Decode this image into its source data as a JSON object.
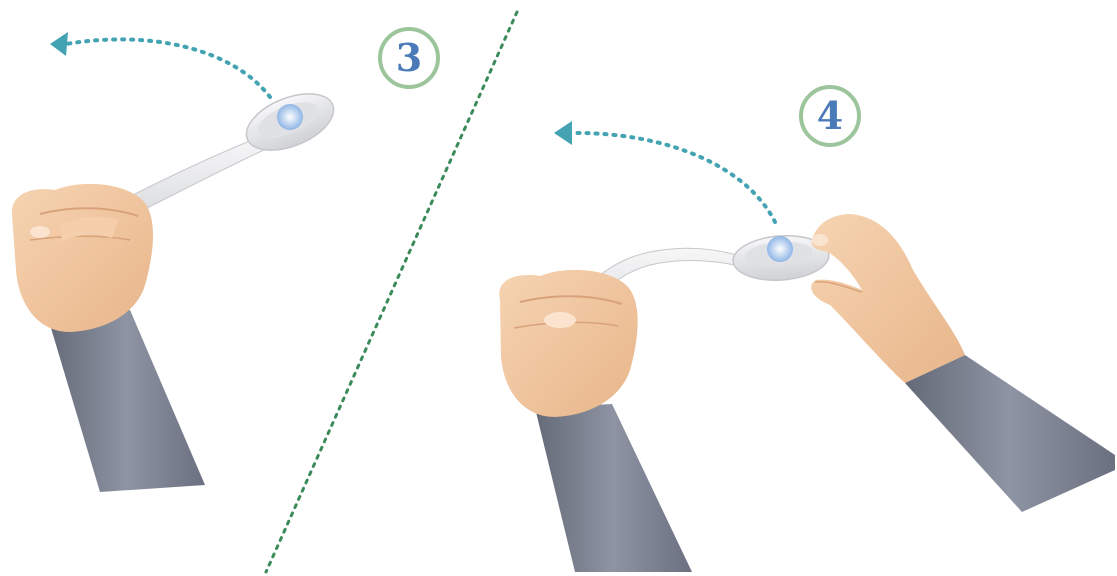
{
  "steps": [
    {
      "number": "3"
    },
    {
      "number": "4"
    }
  ],
  "colors": {
    "badge_ring": "#9cc59c",
    "badge_number": "#4a7ab8",
    "arrow": "#43a3b3",
    "divider": "#3a8a5a",
    "sleeve": "#7e8494",
    "skin": "#f2c9a2",
    "spoon": "#e9eaec",
    "medicine": "#b9d2f0"
  },
  "icons": [
    "hand-icon",
    "spoon-icon",
    "curved-arrow-icon",
    "divider-line"
  ]
}
